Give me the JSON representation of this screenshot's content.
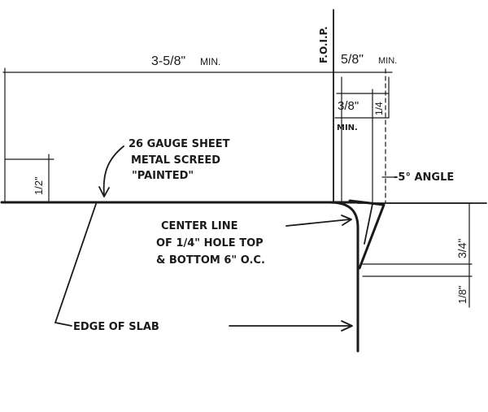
{
  "dimensions": {
    "overall_width": "3-5/8\"",
    "overall_width_suffix": "MIN.",
    "gap_width": "5/8\"",
    "gap_width_suffix": "MIN.",
    "thickness": "3/8\"",
    "quarter": "1/4",
    "min_label": "MIN.",
    "half_inch": "1/2\"",
    "three_quarter": "3/4\"",
    "one_eighth": "1/8\""
  },
  "labels": {
    "foip": "F.O.I.P.",
    "screed_line1": "26 GAUGE SHEET",
    "screed_line2": "METAL SCREED",
    "screed_line3": "\"PAINTED\"",
    "angle": "-5° ANGLE",
    "center_line1": "CENTER LINE",
    "center_line2": "OF 1/4\" HOLE TOP",
    "center_line3": "& BOTTOM 6\" O.C.",
    "edge_of_slab": "EDGE OF SLAB"
  }
}
